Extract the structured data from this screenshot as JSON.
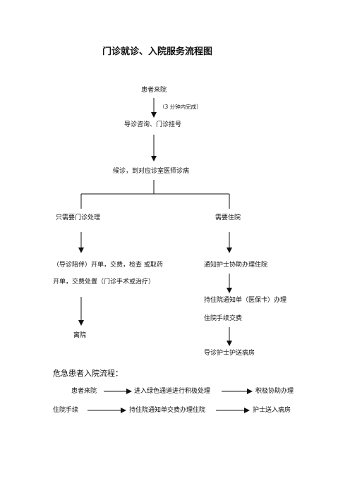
{
  "title": "门诊就诊、入院服务流程图",
  "flow": {
    "start": "患者来院",
    "note": "（3 分钟内完成）",
    "step1": "导诊咨询、门诊挂号",
    "step2": "候诊，到对应诊室医师诊病",
    "left": {
      "heading": "只需要门诊处理",
      "line1": "（导诊陪伴）开单，交费，检查 或取药",
      "line2": "开单，交费处置（门诊手术或治疗）",
      "end": "离院"
    },
    "right": {
      "heading": "需要住院",
      "step1": "通知护士协助办理住院",
      "step2": "持住院通知单（医保卡）办理",
      "step2b": "住院手续交费",
      "step3": "导诊护士护送病房"
    }
  },
  "emergency": {
    "heading": "危急患者入院流程：",
    "row1": [
      "患者来院",
      "进入绿色通道进行积极处理",
      "积极协助办理"
    ],
    "row2": [
      "住院手续",
      "持住院通知单交费办理住院",
      "护士送入病房"
    ]
  }
}
